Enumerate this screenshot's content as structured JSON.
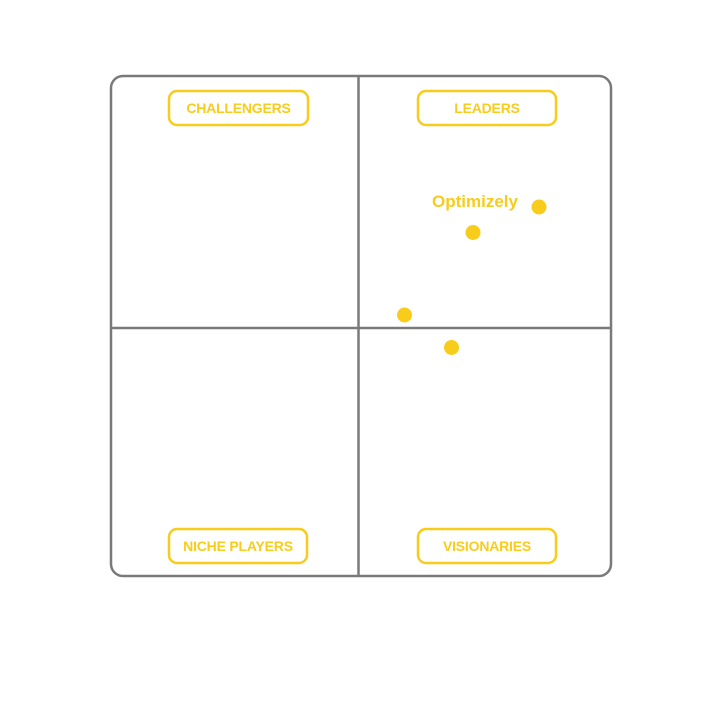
{
  "chart_data": {
    "type": "scatter",
    "title": "",
    "xlabel": "",
    "ylabel": "",
    "xlim": [
      0,
      10
    ],
    "ylim": [
      0,
      10
    ],
    "grid": false,
    "quadrants": {
      "top_left": "CHALLENGERS",
      "top_right": "LEADERS",
      "bottom_left": "NICHE PLAYERS",
      "bottom_right": "VISIONARIES"
    },
    "points": [
      {
        "label": "Optimizely",
        "x": 8.56,
        "y": 7.38
      },
      {
        "label": "",
        "x": 7.24,
        "y": 6.87
      },
      {
        "label": "",
        "x": 5.87,
        "y": 5.22
      },
      {
        "label": "",
        "x": 6.81,
        "y": 4.57
      }
    ]
  },
  "colors": {
    "accent": "#F8CC1B",
    "frame": "#7A7A7A",
    "background": "#FFFFFF"
  }
}
